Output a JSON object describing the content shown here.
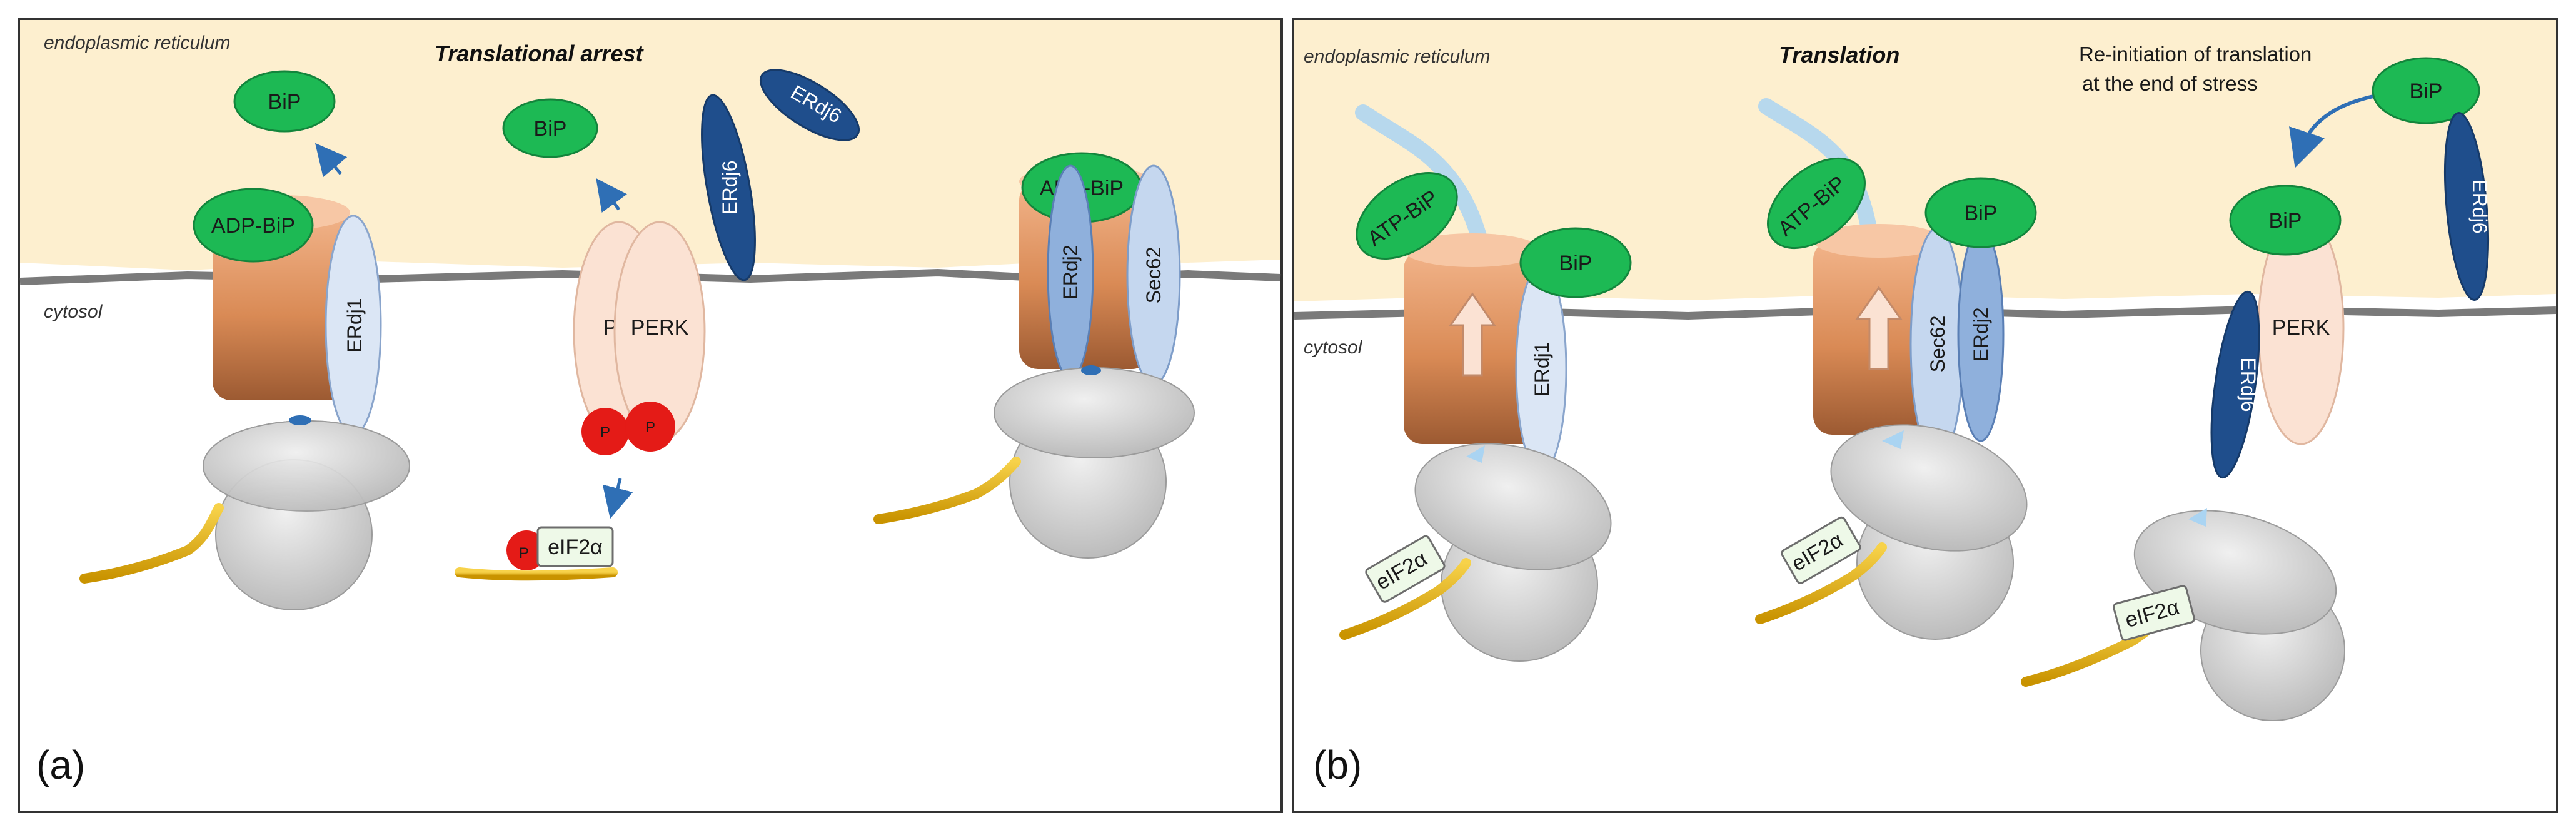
{
  "panel_a": {
    "label": "(a)",
    "region_er": "endoplasmic reticulum",
    "region_cytosol": "cytosol",
    "heading": "Translational arrest",
    "labels": {
      "bip_free_1": "BiP",
      "bip_free_2": "BiP",
      "adp_bip_1": "ADP-BiP",
      "adp_bip_2": "ADP-BiP",
      "erdj1": "ERdj1",
      "erdj2": "ERdj2",
      "sec62": "Sec62",
      "erdj6_1": "ERdj6",
      "erdj6_2": "ERdj6",
      "perk_left": "PE",
      "perk_right": "PERK",
      "phospho_1": "P",
      "phospho_2": "P",
      "phospho_3": "P",
      "eif2a": "eIF2α"
    }
  },
  "panel_b": {
    "label": "(b)",
    "region_er": "endoplasmic reticulum",
    "region_cytosol": "cytosol",
    "heading": "Translation",
    "note_line1": "Re-initiation of translation",
    "note_line2": "at the end of stress",
    "labels": {
      "atp_bip_1": "ATP-BiP",
      "atp_bip_2": "ATP-BiP",
      "bip_1": "BiP",
      "bip_2": "BiP",
      "bip_3": "BiP",
      "bip_4": "BiP",
      "erdj1": "ERdj1",
      "sec62": "Sec62",
      "erdj2": "ERdj2",
      "erdj6_1": "ERdj6",
      "erdj6_2": "ERdj6",
      "perk": "PERK",
      "eif2a_1": "eIF2α",
      "eif2a_2": "eIF2α",
      "eif2a_3": "eIF2α"
    }
  },
  "colors": {
    "er_lumen": "#fdefcf",
    "membrane": "#7a7a7a",
    "bip_green": "#1db954",
    "channel_orange": "#d98a55",
    "erdj6_blue": "#1f4e8c",
    "cofactor_blue": "#9ab8de",
    "perk_pink": "#fbe2d3",
    "phospho_red": "#e41b17",
    "ribosome_grey": "#c8c8c8",
    "mrna_gold": "#e3b11d",
    "arrow_blue": "#2f6fb5"
  }
}
